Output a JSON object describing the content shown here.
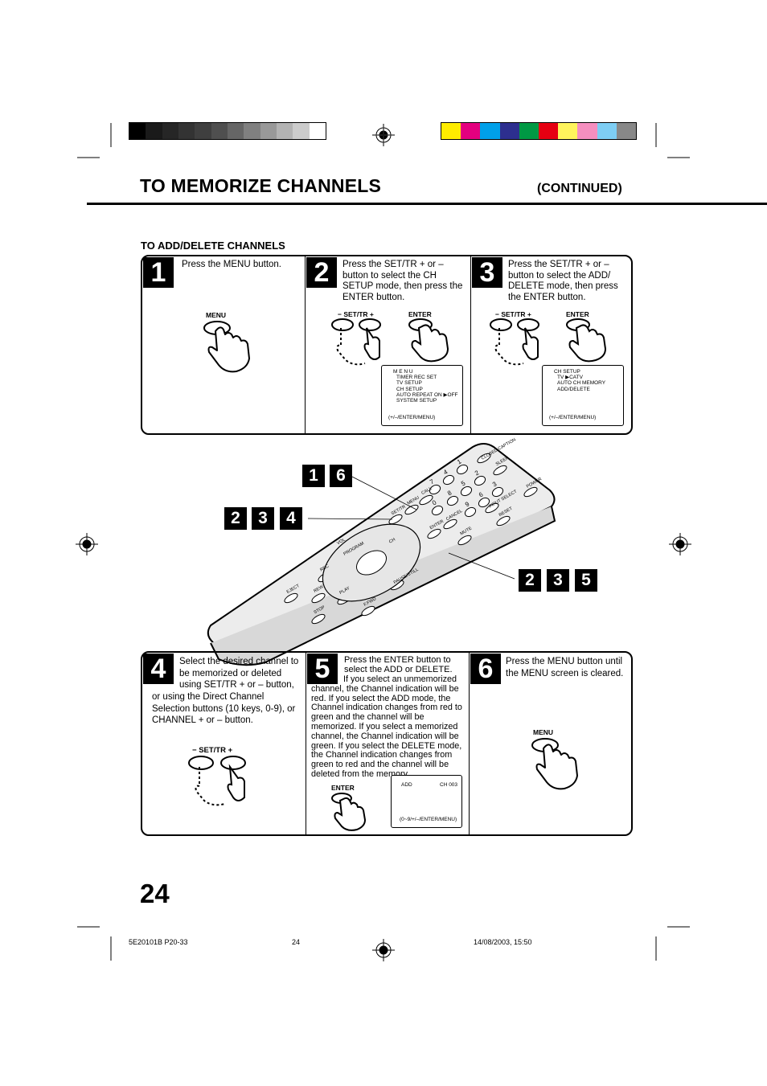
{
  "header": {
    "title": "TO MEMORIZE CHANNELS",
    "continued": "(CONTINUED)"
  },
  "section": {
    "title": "TO ADD/DELETE CHANNELS"
  },
  "badges": {
    "group1": [
      "1",
      "6"
    ],
    "group2": [
      "2",
      "3",
      "4"
    ],
    "group3": [
      "2",
      "3",
      "5"
    ]
  },
  "steps": [
    {
      "num": "1",
      "text": "Press the MENU button.",
      "buttons": [
        "MENU"
      ]
    },
    {
      "num": "2",
      "text": "Press the SET/TR + or – button to select the CH SETUP mode, then press the ENTER button.",
      "buttons": [
        "SET/TR",
        "ENTER"
      ],
      "screen": {
        "lines": [
          "M E N U",
          "TIMER REC SET",
          "TV SETUP",
          "CH SETUP",
          "AUTO REPEAT   ON  ▶OFF",
          "SYSTEM  SETUP"
        ],
        "footer": "(+/–/ENTER/MENU)"
      }
    },
    {
      "num": "3",
      "text": "Press the SET/TR + or – button to select the ADD/ DELETE mode, then press the ENTER button.",
      "buttons": [
        "SET/TR",
        "ENTER"
      ],
      "screen": {
        "lines": [
          "CH  SETUP",
          "TV  ▶CATV",
          "AUTO  CH  MEMORY",
          "ADD/DELETE"
        ],
        "footer": "(+/–/ENTER/MENU)"
      }
    },
    {
      "num": "4",
      "text_a": "Select the desired channel to be memorized or deleted using SET/TR + or – button,",
      "text_b": "or using the Direct Channel Selection buttons (10 keys, 0-9), or CHANNEL + or – button.",
      "buttons": [
        "SET/TR"
      ]
    },
    {
      "num": "5",
      "text_a": "Press the ENTER button to select the ADD or DELETE.",
      "text_b": "If you select an unmemorized channel, the Channel indication will be red. If you select the ADD mode, the Channel indication changes from red to green and the channel will be memorized. If you select a memorized channel, the Channel indication will be green. If you select the DELETE mode, the Channel indication changes from green to red and the channel will be deleted from the memory.",
      "buttons": [
        "ENTER"
      ],
      "screen": {
        "left": "ADD",
        "right": "CH 003",
        "footer": "(0~9/+/–/ENTER/MENU)"
      }
    },
    {
      "num": "6",
      "text": "Press the MENU button until the MENU screen is cleared.",
      "buttons": [
        "MENU"
      ]
    }
  ],
  "remote_labels": {
    "numbers": [
      "1",
      "2",
      "3",
      "4",
      "5",
      "6",
      "7",
      "8",
      "9",
      "0"
    ],
    "keys": [
      "CLOSED CAPTION",
      "SLEEP",
      "POWER",
      "CALL",
      "MENU",
      "ENTER",
      "CANCEL",
      "MUTE",
      "RESET",
      "SET/TR",
      "VOL",
      "CH",
      "PROGRAM",
      "REC",
      "PAUSE/STILL",
      "EJECT",
      "REW",
      "PLAY",
      "F.FWD",
      "STOP",
      "INPUT SELECT"
    ]
  },
  "page": {
    "number": "24"
  },
  "footer": {
    "left": "5E20101B P20-33",
    "center": "24",
    "right": "14/08/2003, 15:50"
  },
  "colors": {
    "gray_bars": [
      "#000000",
      "#1a1a1a",
      "#262626",
      "#333333",
      "#3f3f3f",
      "#4f4f4f",
      "#666666",
      "#808080",
      "#999999",
      "#b3b3b3",
      "#cccccc",
      "#ffffff"
    ],
    "color_bars": [
      "#ffec00",
      "#e4007f",
      "#00a0e9",
      "#2d2f8f",
      "#009944",
      "#e60012",
      "#fff45c",
      "#f58fbf",
      "#7ecef4",
      "#888888"
    ]
  }
}
